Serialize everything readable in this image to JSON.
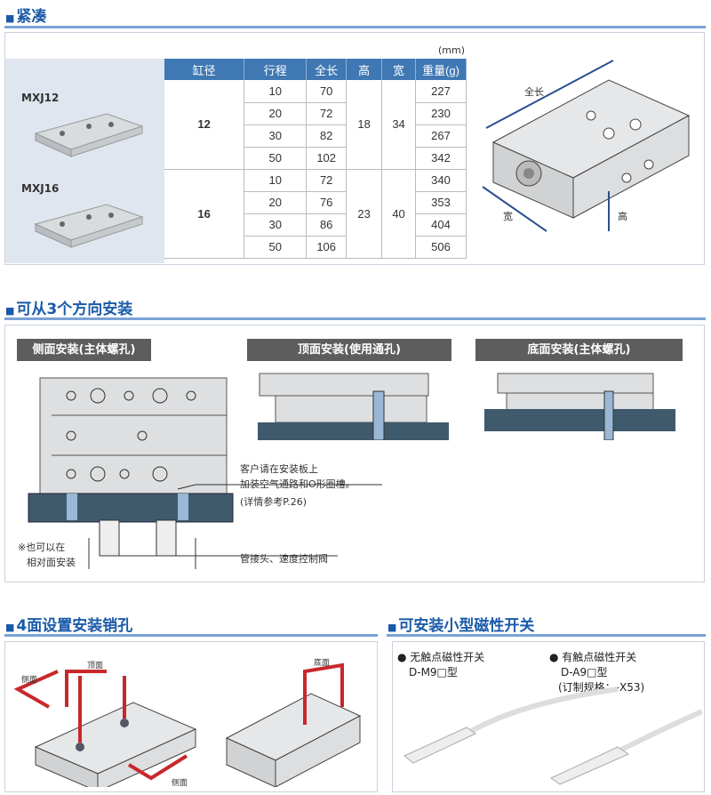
{
  "sections": {
    "compact": "紧凑",
    "mounting": "可从3个方向安装",
    "pins": "4面设置安装销孔",
    "switch": "可安装小型磁性开关"
  },
  "table": {
    "unit": "(mm)",
    "headers": [
      "缸径",
      "行程",
      "全长",
      "高",
      "宽",
      "重量(g)"
    ],
    "models": [
      {
        "name": "MXJ12",
        "bore": "12",
        "height": "18",
        "width": "34",
        "rows": [
          {
            "stroke": "10",
            "length": "70",
            "weight": "227"
          },
          {
            "stroke": "20",
            "length": "72",
            "weight": "230"
          },
          {
            "stroke": "30",
            "length": "82",
            "weight": "267"
          },
          {
            "stroke": "50",
            "length": "102",
            "weight": "342"
          }
        ]
      },
      {
        "name": "MXJ16",
        "bore": "16",
        "height": "23",
        "width": "40",
        "rows": [
          {
            "stroke": "10",
            "length": "72",
            "weight": "340"
          },
          {
            "stroke": "20",
            "length": "76",
            "weight": "353"
          },
          {
            "stroke": "30",
            "length": "86",
            "weight": "404"
          },
          {
            "stroke": "50",
            "length": "106",
            "weight": "506"
          }
        ]
      }
    ]
  },
  "dims": {
    "length": "全长",
    "width": "宽",
    "height": "高"
  },
  "mount": {
    "side": "侧面安装(主体螺孔)",
    "top": "顶面安装(使用通孔)",
    "bottom": "底面安装(主体螺孔)",
    "note1a": "客户请在安装板上",
    "note1b": "加装空气通路和O形圈槽。",
    "note1c": "(详情参考P.26)",
    "note2a": "※也可以在",
    "note2b": "相对面安装",
    "note3": "管接头、速度控制阀"
  },
  "pins": {
    "side1": "侧面",
    "top": "顶面",
    "side2": "侧面",
    "bottom": "底面"
  },
  "switch": {
    "s1_name": "无触点磁性开关",
    "s1_model": "D-M9□型",
    "s2_name": "有触点磁性开关",
    "s2_model": "D-A9□型",
    "s2_note": "(订制规格：-X53)"
  },
  "colors": {
    "accent": "#1a5aa8",
    "tableHeader": "#3f78b3",
    "plate": "#3f5a6c",
    "arrow": "#c8282c"
  }
}
